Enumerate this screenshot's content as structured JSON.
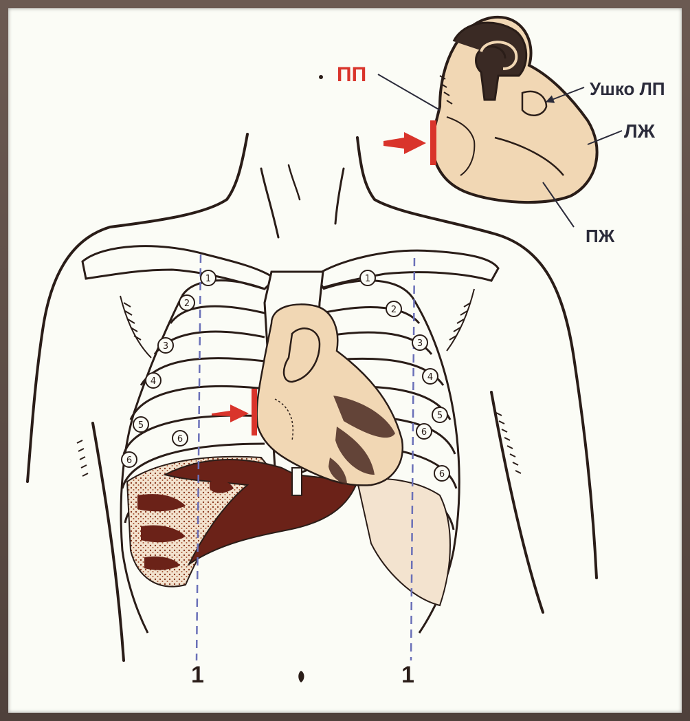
{
  "labels": {
    "right_atrium": "ПП",
    "left_atrium_auricle": "Ушко ЛП",
    "left_ventricle": "ЛЖ",
    "right_ventricle": "ПЖ",
    "midclavicular_left": "1",
    "midclavicular_right": "1"
  },
  "rib_numbers_left": [
    "1",
    "2",
    "3",
    "4",
    "5",
    "6",
    "6"
  ],
  "rib_numbers_right": [
    "1",
    "2",
    "3",
    "4",
    "5",
    "6",
    "6"
  ],
  "colors": {
    "heart_fill": "#f1d7b4",
    "liver": "#6b2218",
    "lung_dots": "#8a3b22",
    "arrow": "#d9342b",
    "label_red": "#d9342b",
    "label_dark": "#2b2b3a",
    "outline": "#2a1d18",
    "dashed_line": "#6a70b8",
    "frame": "#5a4a42"
  }
}
